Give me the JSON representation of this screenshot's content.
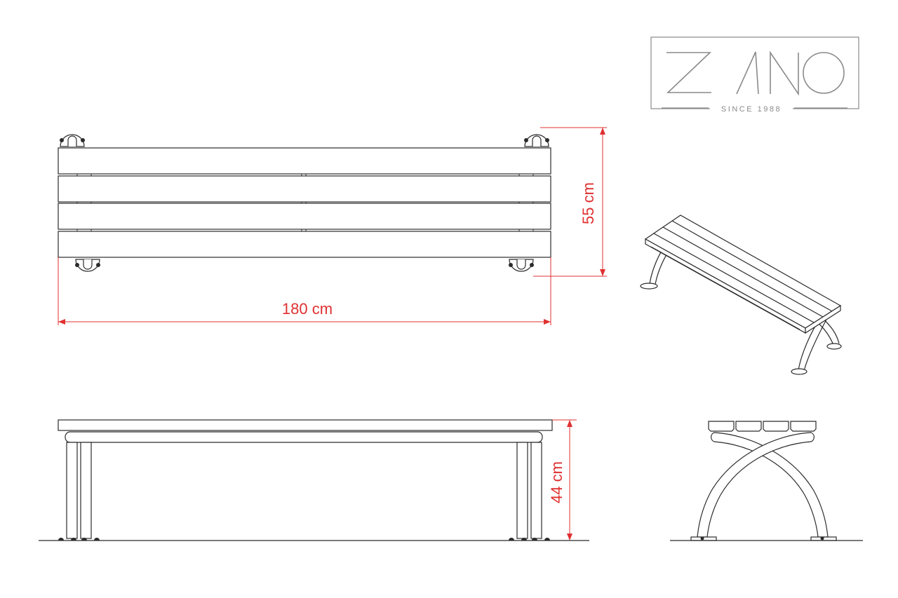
{
  "logo": {
    "wordmark": "ZANO",
    "tagline": "SINCE 1988",
    "color": "#8a8a8a"
  },
  "dimensions": {
    "length_label": "180 cm",
    "depth_label": "55 cm",
    "height_label": "44 cm",
    "color": "#e03030"
  },
  "views": {
    "top": {
      "slats": 4
    },
    "front": {},
    "side": {
      "slats": 4
    },
    "isometric": {
      "slats": 4
    }
  }
}
